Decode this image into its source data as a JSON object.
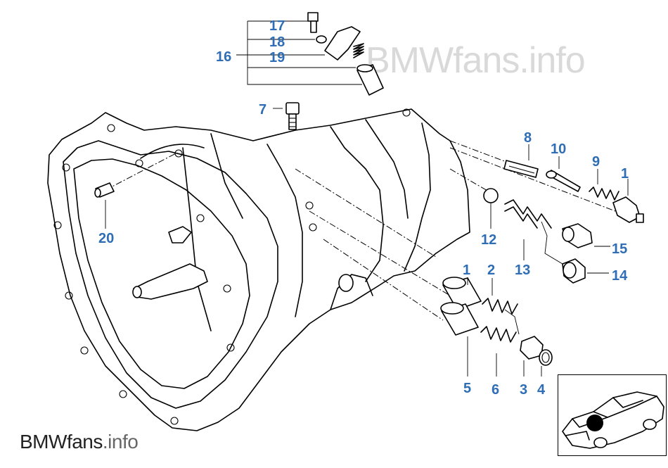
{
  "diagram": {
    "accent_color": "#2f6db5",
    "callouts": [
      {
        "id": "c1a",
        "text": "1"
      },
      {
        "id": "c1b",
        "text": "1"
      },
      {
        "id": "c2",
        "text": "2"
      },
      {
        "id": "c3",
        "text": "3"
      },
      {
        "id": "c4",
        "text": "4"
      },
      {
        "id": "c5",
        "text": "5"
      },
      {
        "id": "c6",
        "text": "6"
      },
      {
        "id": "c7",
        "text": "7"
      },
      {
        "id": "c8",
        "text": "8"
      },
      {
        "id": "c9",
        "text": "9"
      },
      {
        "id": "c10",
        "text": "10"
      },
      {
        "id": "c12",
        "text": "12"
      },
      {
        "id": "c13",
        "text": "13"
      },
      {
        "id": "c14",
        "text": "14"
      },
      {
        "id": "c15",
        "text": "15"
      },
      {
        "id": "c16",
        "text": "16"
      },
      {
        "id": "c17",
        "text": "17"
      },
      {
        "id": "c18",
        "text": "18"
      },
      {
        "id": "c19",
        "text": "19"
      },
      {
        "id": "c20",
        "text": "20"
      }
    ]
  },
  "watermark": {
    "top_bmw": "BMW",
    "top_rest": "fans.info",
    "bottom_bmw": "BMW",
    "bottom_fans": "fans",
    "bottom_info": ".info"
  },
  "inset": {
    "icon": "car-location-icon",
    "marker_color": "#000000"
  }
}
